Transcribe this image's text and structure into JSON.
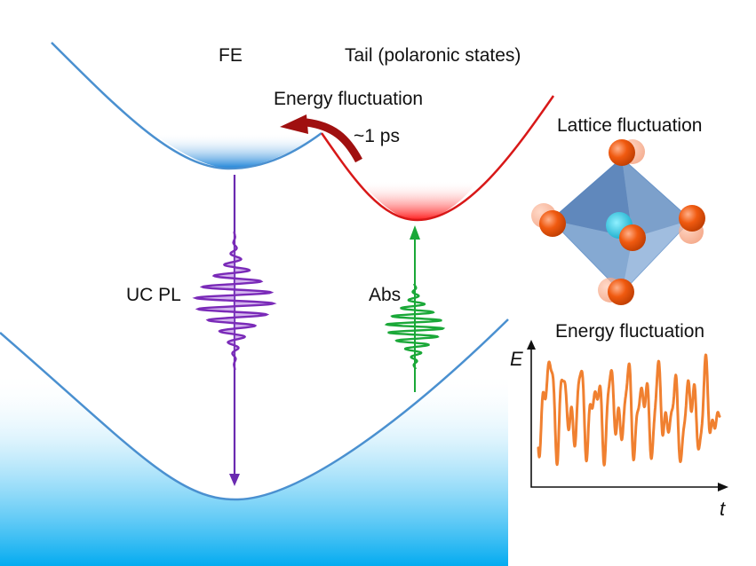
{
  "labels": {
    "fe": "FE",
    "tail": "Tail (polaronic states)",
    "energy_fluctuation_top": "Energy fluctuation",
    "timescale": "~1 ps",
    "lattice_fluctuation": "Lattice fluctuation",
    "uc_pl": "UC  PL",
    "abs": "Abs",
    "energy_fluctuation_plot": "Energy fluctuation",
    "axis_e": "E",
    "axis_t": "t"
  },
  "colors": {
    "ground_curve": "#4a90d0",
    "fe_curve": "#4a90d0",
    "tail_curve": "#d81818",
    "fill_blue": "#00aaf0",
    "fill_red": "#ff3030",
    "relax_arrow": "#a01010",
    "uc_pl": "#7a2ab8",
    "abs": "#1aa838",
    "fluctuation_trace": "#f08030",
    "octahedron": "#5a86c0",
    "apex_atom": "#f05a10",
    "center_atom": "#20c0d8",
    "axes": "#111111"
  },
  "icons": {
    "relaxation_arrow": "curved-arrow-icon",
    "octahedron": "octahedron-icon"
  }
}
